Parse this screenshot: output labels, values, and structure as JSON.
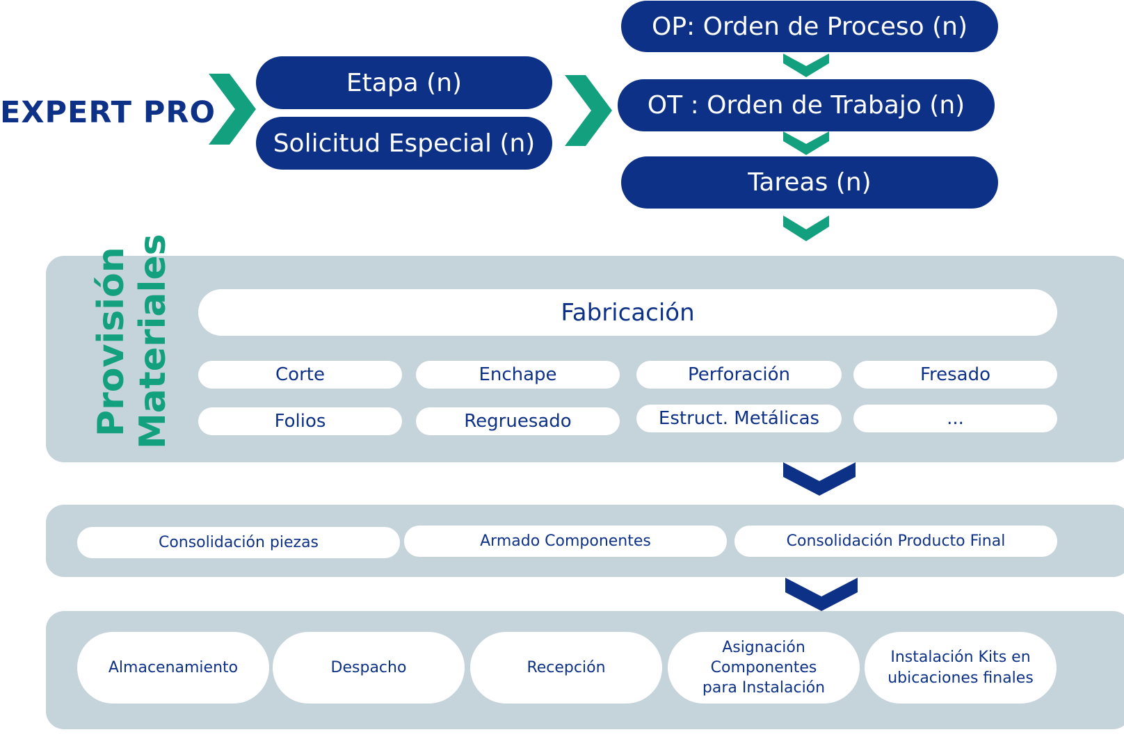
{
  "logo": "EXPERT PRO",
  "colors": {
    "navy": "#0c3186",
    "green": "#13a07e",
    "panel": "#c5d3da"
  },
  "top": {
    "stage_items": [
      "Etapa (n)",
      "Solicitud Especial (n)"
    ],
    "process_items": [
      "OP: Orden de Proceso (n)",
      "OT : Orden de Trabajo (n)",
      "Tareas (n)"
    ]
  },
  "provision": {
    "label_line1": "Provisión",
    "label_line2": "Materiales",
    "header": "Fabricación",
    "items": [
      "Corte",
      "Enchape",
      "Perforación",
      "Fresado",
      "Folios",
      "Regruesado",
      "Estruct. Metálicas",
      "..."
    ]
  },
  "assembly": {
    "items": [
      "Consolidación piezas",
      "Armado Componentes",
      "Consolidación Producto Final"
    ]
  },
  "logistics": {
    "items": [
      "Almacenamiento",
      "Despacho",
      "Recepción",
      "Asignación Componentes para Instalación",
      "Instalación Kits en ubicaciones finales"
    ]
  }
}
